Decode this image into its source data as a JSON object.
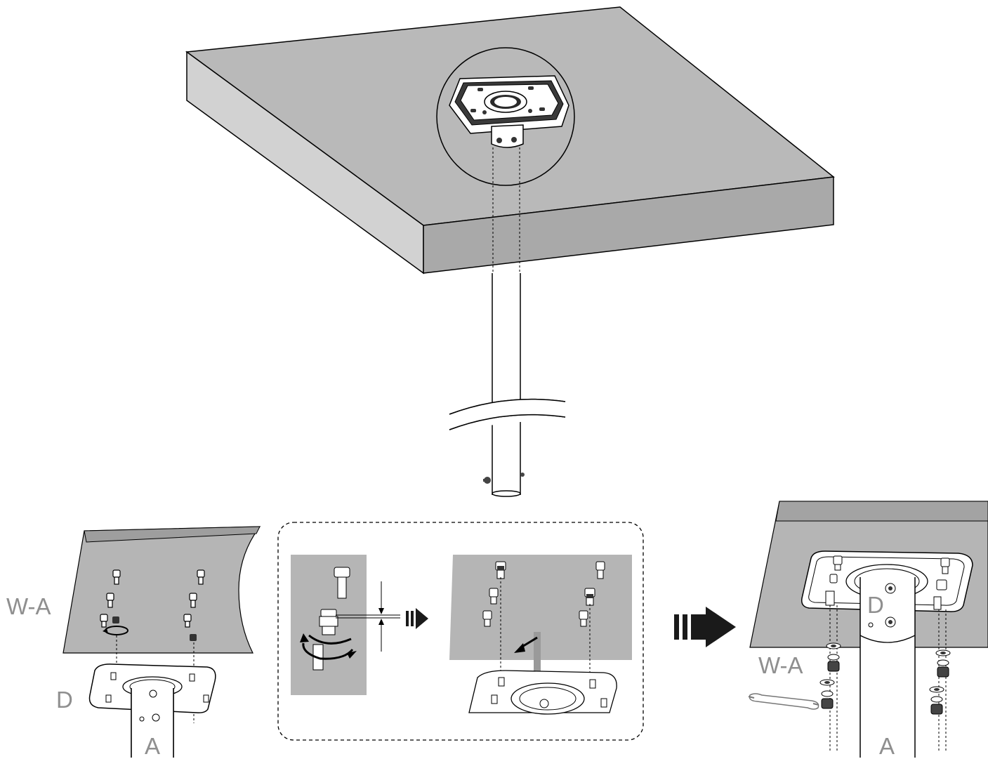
{
  "labels": {
    "wa_left": "W-A",
    "d_left": "D",
    "a_left": "A",
    "d_right": "D",
    "wa_right": "W-A",
    "a_right": "A"
  },
  "colors": {
    "surface_top": "#b9b9b9",
    "surface_side": "#a6a6a6",
    "surface_face": "#cfcfcf",
    "inset_panel": "#b5b5b5",
    "label": "#8f8f8f",
    "arrow": "#1a1a1a"
  }
}
